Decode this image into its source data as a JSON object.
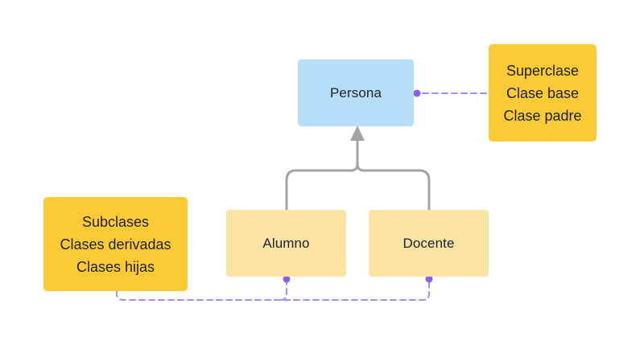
{
  "diagram": {
    "nodes": {
      "persona": {
        "label": "Persona",
        "fill": "#B5DEF8"
      },
      "alumno": {
        "label": "Alumno",
        "fill": "#FAE3A3"
      },
      "docente": {
        "label": "Docente",
        "fill": "#FAE3A3"
      }
    },
    "notes": {
      "superclase": {
        "fill": "#FCCB33",
        "lines": [
          "Superclase",
          "Clase base",
          "Clase padre"
        ]
      },
      "subclases": {
        "fill": "#FCCB33",
        "lines": [
          "Subclases",
          "Clases derivadas",
          "Clases hijas"
        ]
      }
    },
    "connectors": {
      "inheritance_color": "#A3A3A3",
      "annotation_line_color": "#A78BFA",
      "annotation_dot_color": "#8B5CF6"
    },
    "text_color": "#1D2125",
    "background": "#FFFFFF"
  }
}
